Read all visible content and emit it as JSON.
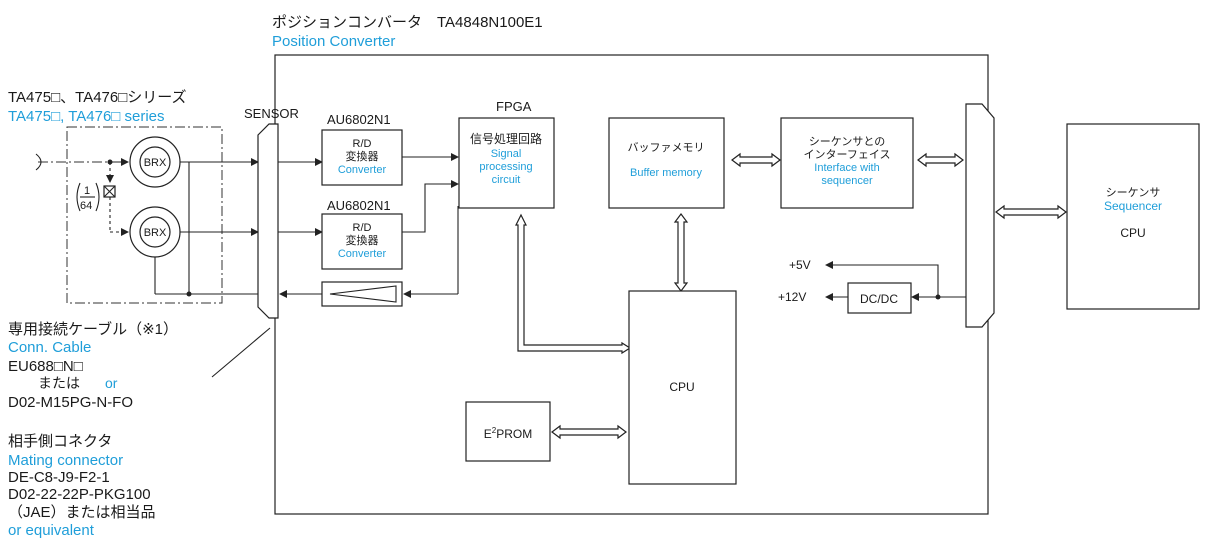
{
  "header": {
    "title_jp": "ポジションコンバータ　TA4848N100E1",
    "title_en": "Position Converter"
  },
  "sensor_series": {
    "jp": "TA475□、TA476□シリーズ",
    "en": "TA475□, TA476□ series"
  },
  "sensor_label": "SENSOR",
  "brx": [
    "BRX",
    "BRX"
  ],
  "ratio": {
    "num": "1",
    "den": "64"
  },
  "rd_converters": [
    {
      "part": "AU6802N1",
      "line1": "R/D",
      "line2": "変換器",
      "en": "Converter"
    },
    {
      "part": "AU6802N1",
      "line1": "R/D",
      "line2": "変換器",
      "en": "Converter"
    }
  ],
  "fpga": {
    "label": "FPGA",
    "jp": "信号処理回路",
    "en": [
      "Signal",
      "processing",
      "circuit"
    ]
  },
  "buffer": {
    "jp": "バッファメモリ",
    "en": "Buffer memory"
  },
  "interface": {
    "jp": [
      "シーケンサとの",
      "インターフェイス"
    ],
    "en": [
      "Interface with",
      "sequencer"
    ]
  },
  "cpu_main": "CPU",
  "eeprom": {
    "prefix": "E",
    "sup": "2",
    "suffix": "PROM"
  },
  "power": {
    "v5": "+5V",
    "v12": "+12V",
    "dcdc": "DC/DC"
  },
  "sequencer": {
    "jp": "シーケンサ",
    "en": "Sequencer",
    "cpu": "CPU"
  },
  "cable": {
    "jp": "専用接続ケーブル（※1）",
    "en": "Conn. Cable",
    "part1": "EU688□N□",
    "or_jp": "または",
    "or_en": "or",
    "part2": "D02-M15PG-N-FO"
  },
  "mating": {
    "jp": "相手側コネクタ",
    "en": "Mating connector",
    "part1": "DE-C8-J9-F2-1",
    "part2": "D02-22-22P-PKG100",
    "equiv_jp": "（JAE）または相当品",
    "equiv_en": "or equivalent"
  },
  "colors": {
    "english_text": "#1f9ed9",
    "line": "#222222"
  }
}
